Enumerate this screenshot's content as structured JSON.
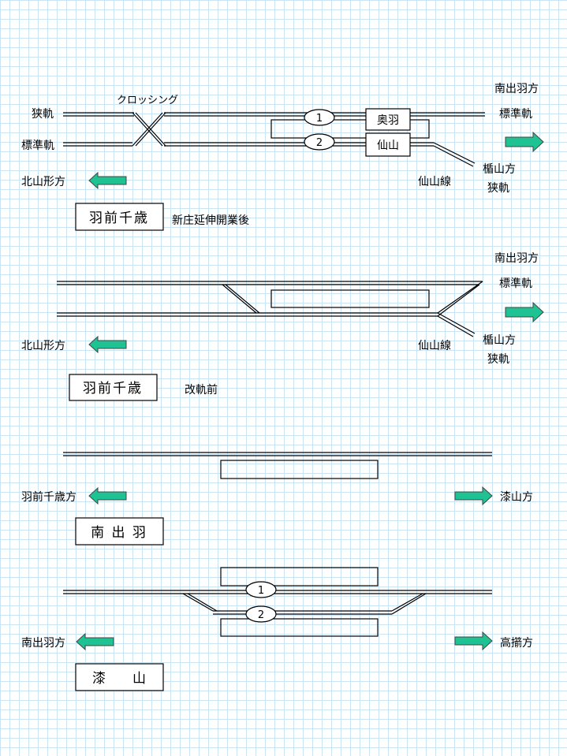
{
  "colors": {
    "arrow": "#1fc293",
    "track": "#000000",
    "grid": "#c9e4f5"
  },
  "d1": {
    "north_dest": "南出羽方",
    "narrow_gauge": "狭軌",
    "standard_gauge": "標準軌",
    "crossing": "クロッシング",
    "standard_gauge_right": "標準軌",
    "track_1": "1",
    "track_2": "2",
    "platform_upper": "奥羽",
    "platform_lower": "仙山",
    "tateyama_dir": "楯山方",
    "tateyama_gauge": "狭軌",
    "kitayamagata_dir": "北山形方",
    "senzan_line": "仙山線",
    "station_name": "羽前千歳",
    "caption": "新庄延伸開業後"
  },
  "d2": {
    "north_dest": "南出羽方",
    "standard_gauge_right": "標準軌",
    "tateyama_dir": "楯山方",
    "tateyama_gauge": "狭軌",
    "kitayamagata_dir": "北山形方",
    "senzan_line": "仙山線",
    "station_name": "羽前千歳",
    "caption": "改軌前"
  },
  "d3": {
    "left_dest": "羽前千歳方",
    "right_dest": "漆山方",
    "station_name": "南 出 羽"
  },
  "d4": {
    "track_1": "1",
    "track_2": "2",
    "left_dest": "南出羽方",
    "right_dest": "高擶方",
    "station_name": "漆　　山"
  }
}
